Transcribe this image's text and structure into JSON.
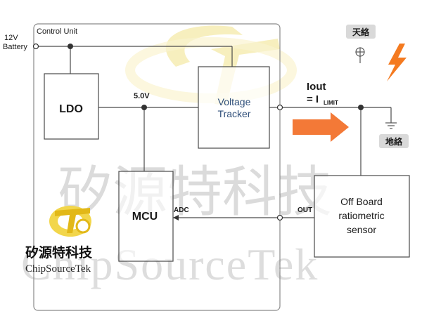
{
  "labels": {
    "battery": "12V",
    "battery_sub": "Battery",
    "control_unit": "Control Unit",
    "ldo": "LDO",
    "rail": "5.0V",
    "tracker_l1": "Voltage",
    "tracker_l2": "Tracker",
    "iout": "Iout",
    "limit_eq": "= I",
    "limit_sub": "LIMIT",
    "mcu": "MCU",
    "adc": "ADC",
    "out": "OUT",
    "sensor_l1": "Off Board",
    "sensor_l2": "ratiometric",
    "sensor_l3": "sensor",
    "badge_top": "天絡",
    "badge_bottom": "地絡"
  },
  "watermark": {
    "cn": "矽源特科技",
    "en": "ChipSourceTek"
  },
  "logo": {
    "cn": "矽源特科技",
    "en": "ChipSourceTek"
  },
  "colors": {
    "line": "#4a4a4a",
    "arrow": "#f26a21",
    "lightning": "#f47a20",
    "tracker_text": "#2f4f7a",
    "badge_bg": "#d9d9d9",
    "watermark": "#c9c9c9",
    "logo_yellow": "#f2d64b"
  },
  "icons": [
    "orange-arrow-icon",
    "lightning-bolt-icon",
    "fuse-symbol-icon",
    "ground-symbol-icon",
    "logo-emblem-icon"
  ]
}
